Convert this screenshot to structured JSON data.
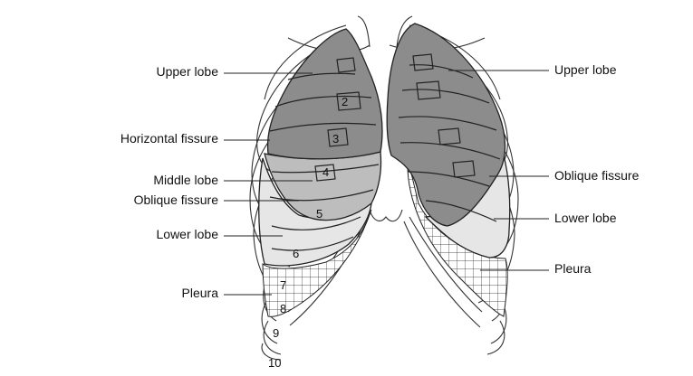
{
  "diagram": {
    "left_labels": {
      "upper_lobe": "Upper lobe",
      "horizontal_fissure": "Horizontal fissure",
      "middle_lobe": "Middle lobe",
      "oblique_fissure": "Oblique fissure",
      "lower_lobe": "Lower lobe",
      "pleura": "Pleura"
    },
    "right_labels": {
      "upper_lobe": "Upper lobe",
      "oblique_fissure": "Oblique fissure",
      "lower_lobe": "Lower lobe",
      "pleura": "Pleura"
    },
    "rib_numbers": [
      "2",
      "3",
      "4",
      "5",
      "6",
      "7",
      "8",
      "9",
      "10"
    ],
    "colors": {
      "upper_lobe": "#8c8c8c",
      "middle_lobe": "#bdbdbd",
      "lower_lobe": "#e6e6e6",
      "pleura_grid": "#222222"
    }
  }
}
